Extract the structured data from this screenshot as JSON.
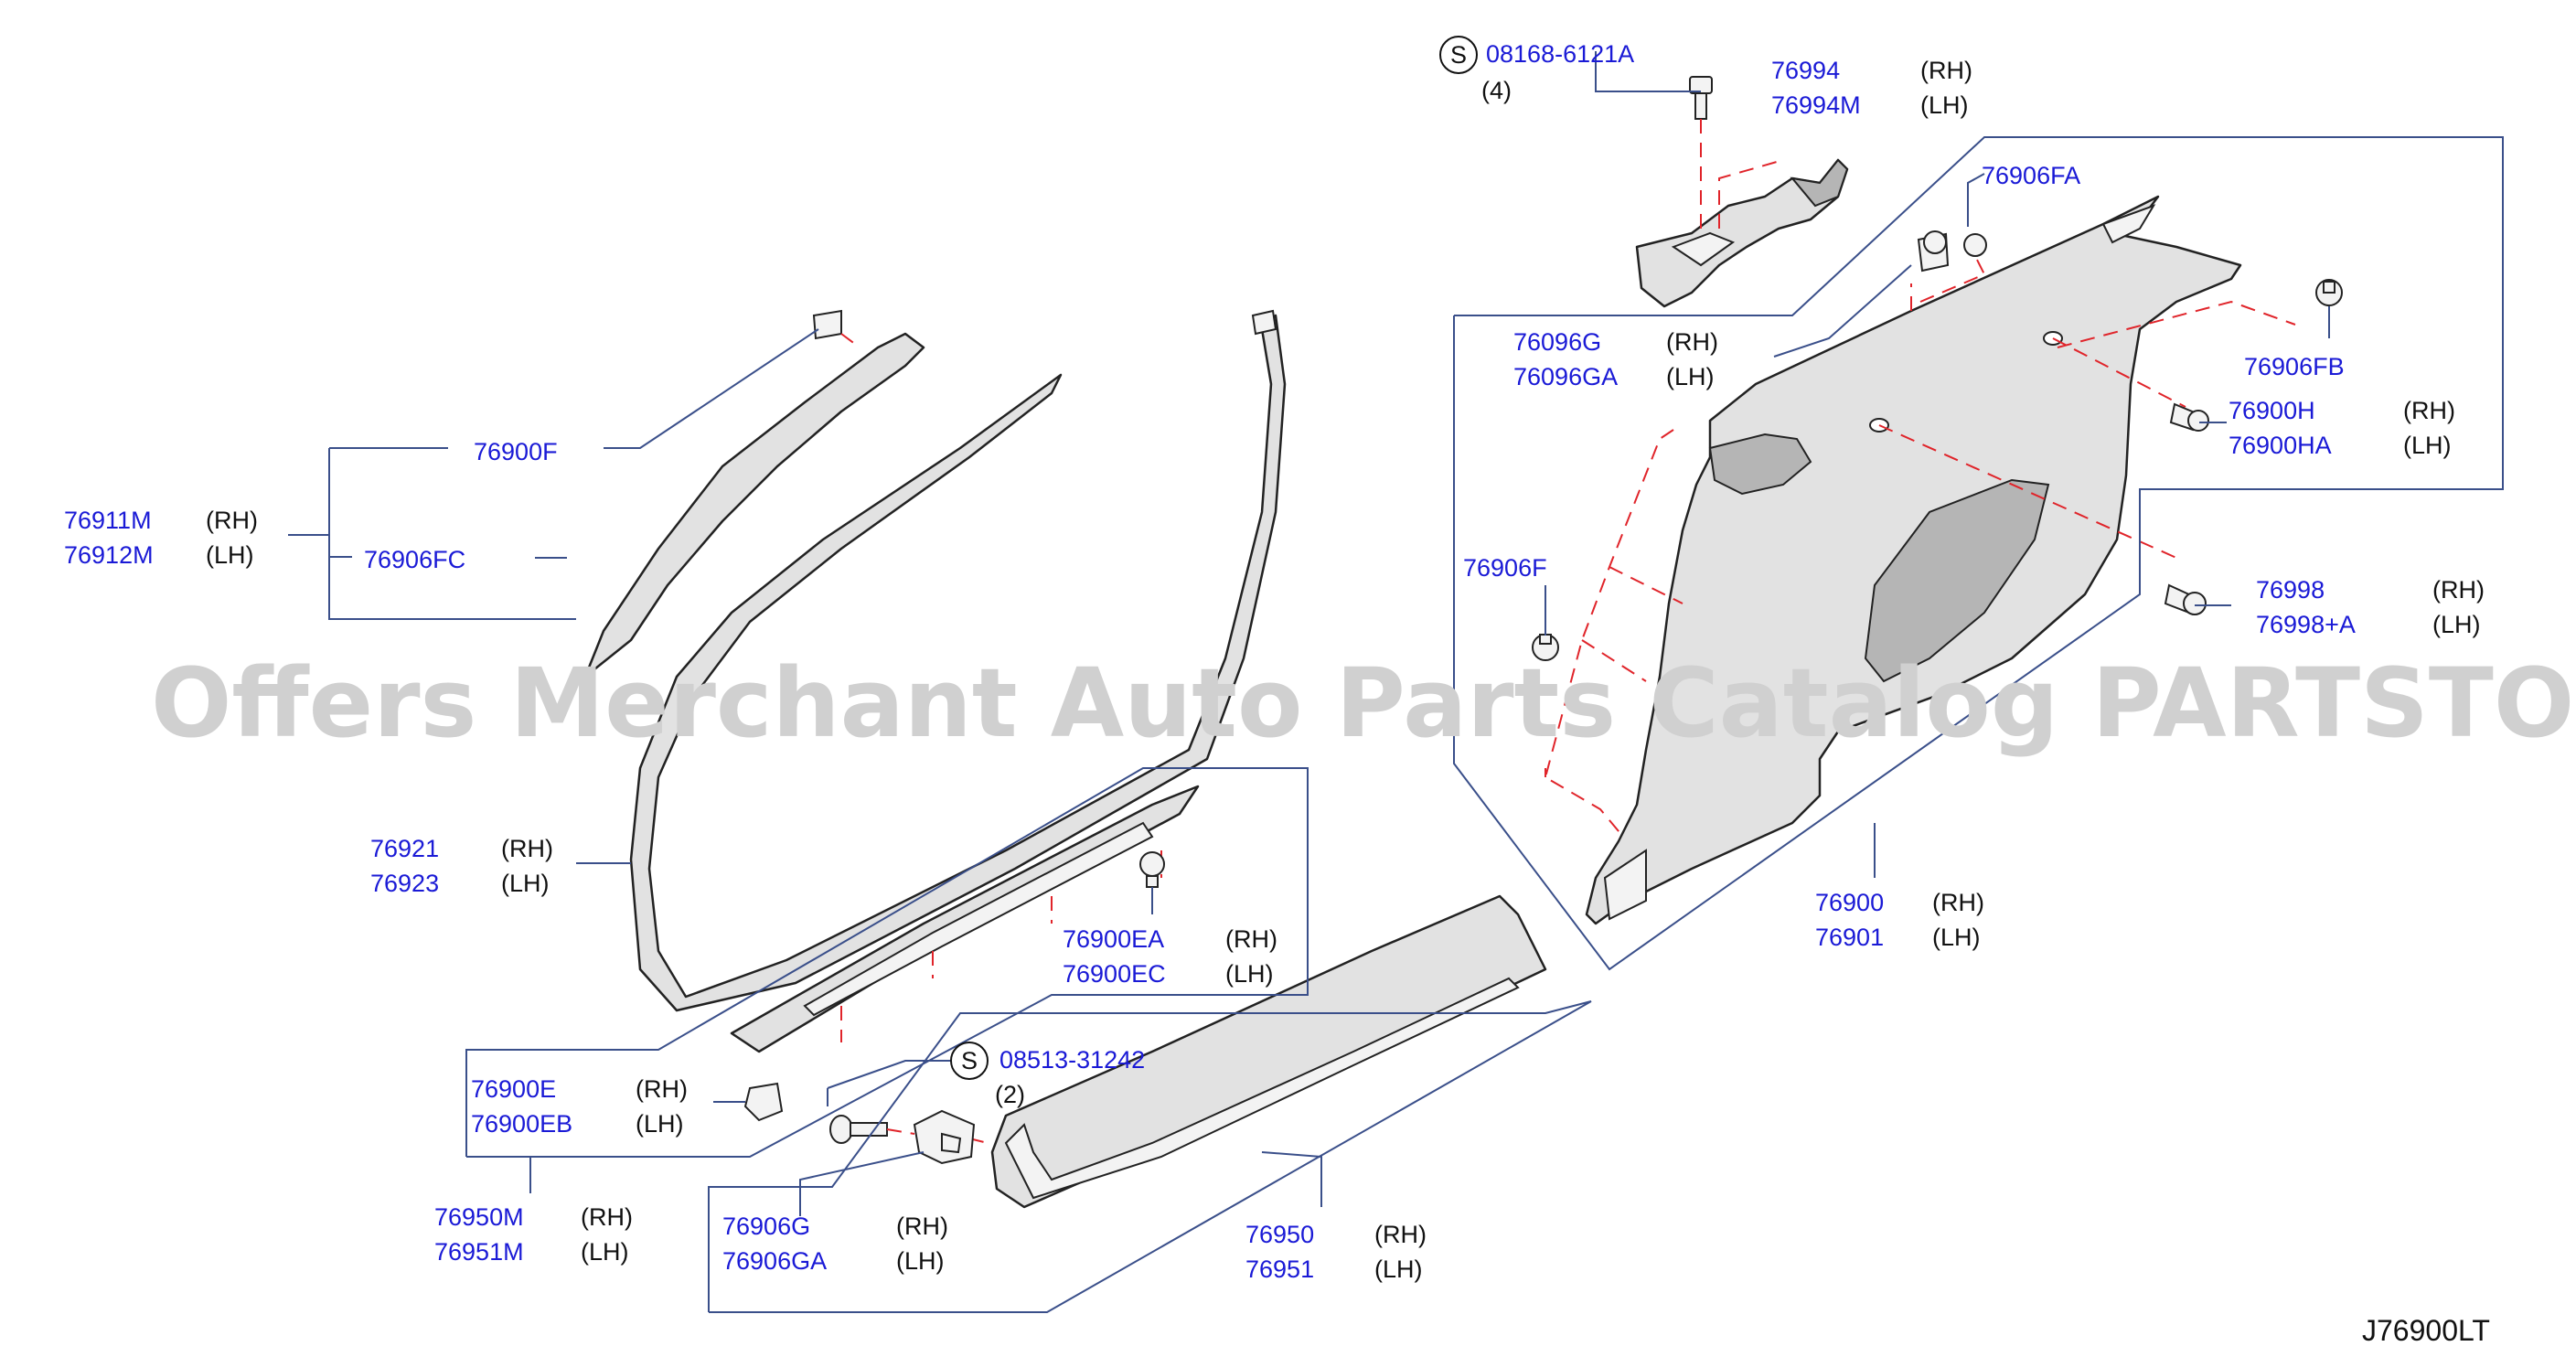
{
  "labels": {
    "p08168": "08168-6121A",
    "q4": "(4)",
    "p76994": "76994",
    "p76994m": "76994M",
    "p76906fa": "76906FA",
    "p76096g": "76096G",
    "p76096ga": "76096GA",
    "p76906fb": "76906FB",
    "p76900h": "76900H",
    "p76900ha": "76900HA",
    "p76900f": "76900F",
    "p76911m": "76911M",
    "p76912m": "76912M",
    "p76906fc": "76906FC",
    "p76906f": "76906F",
    "p76998": "76998",
    "p76998a": "76998+A",
    "p76921": "76921",
    "p76923": "76923",
    "p76900ea": "76900EA",
    "p76900ec": "76900EC",
    "p76900": "76900",
    "p76901": "76901",
    "p08513": "08513-31242",
    "q2": "(2)",
    "p76900e": "76900E",
    "p76900eb": "76900EB",
    "p76950m": "76950M",
    "p76951m": "76951M",
    "p76906g": "76906G",
    "p76906ga": "76906GA",
    "p76950": "76950",
    "p76951": "76951",
    "rh": "(RH)",
    "lh": "(LH)",
    "s": "S"
  },
  "watermark": "Offers Merchant Auto Parts Catalog PARTSTORE.SA",
  "diagram_ref": "J76900LT",
  "colors": {
    "part_number": "#1a1ad6",
    "leader": "#3a4f8a",
    "dashed": "#e0242a",
    "watermark": "#d0d0d0"
  }
}
